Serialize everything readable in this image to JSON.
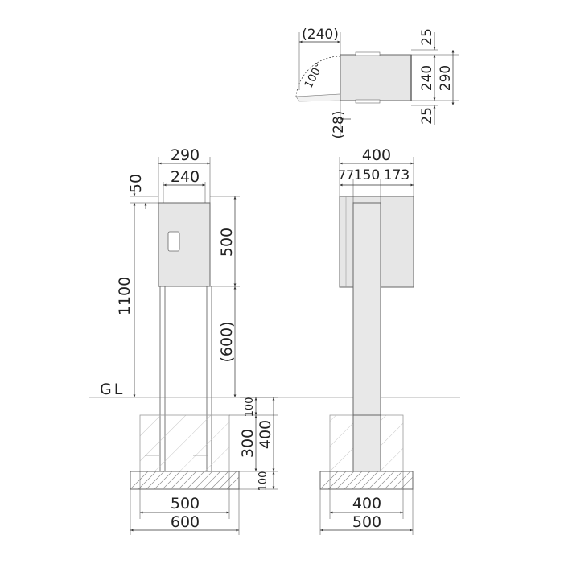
{
  "plan_view": {
    "labels": {
      "open_depth": "(240)",
      "top_margin": "25",
      "depth_inner": "240",
      "depth_outer": "290",
      "bottom_margin": "25",
      "door_gap": "(28)",
      "door_angle": "100°"
    }
  },
  "side_view": {
    "labels": {
      "outer_width": "290",
      "inner_width": "240",
      "top_offset": "50",
      "box_height": "500",
      "post_clear": "(600)",
      "total_height": "1100",
      "embed_top": "100",
      "embed_mid": "300",
      "embed_total": "400",
      "embed_bottom": "100",
      "base_inner": "500",
      "base_outer": "600"
    }
  },
  "front_view": {
    "labels": {
      "box_width": "400",
      "left_offset": "77",
      "post_width": "150",
      "right_offset": "173",
      "base_inner": "400",
      "base_outer": "500"
    }
  },
  "ground": {
    "label": "GL"
  },
  "colors": {
    "box_fill": "#e6e6e6",
    "post_fill": "#e8e8e8",
    "base_fill": "#ffffff",
    "line": "#333333",
    "ground_line": "#999999"
  }
}
